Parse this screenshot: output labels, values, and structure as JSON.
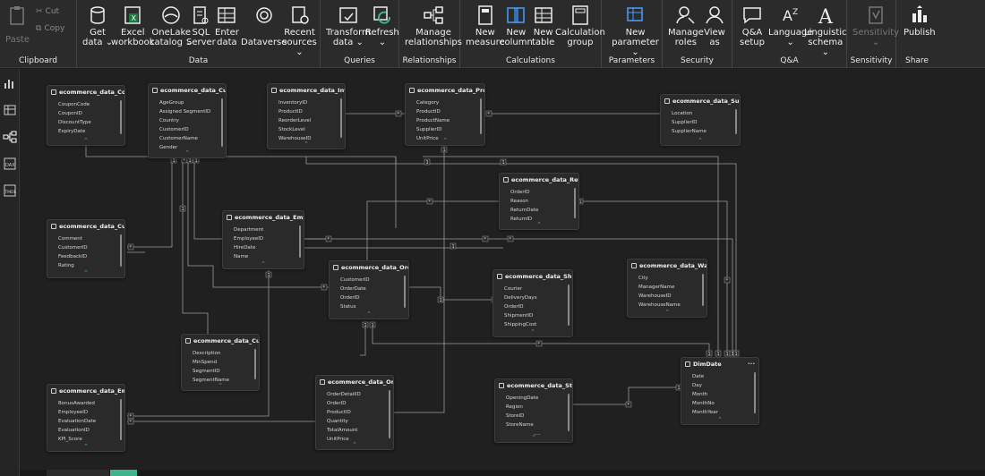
{
  "ribbon": {
    "groups": [
      {
        "label": "Clipboard"
      },
      {
        "label": "Data"
      },
      {
        "label": "Queries"
      },
      {
        "label": "Relationships"
      },
      {
        "label": "Calculations"
      },
      {
        "label": "Parameters"
      },
      {
        "label": "Security"
      },
      {
        "label": "Q&A"
      },
      {
        "label": "Sensitivity"
      },
      {
        "label": "Share"
      }
    ],
    "clipboard": {
      "paste": "Paste",
      "cut": "Cut",
      "copy": "Copy"
    },
    "buttons": {
      "get_data": [
        "Get",
        "data ⌄"
      ],
      "excel": [
        "Excel",
        "workbook"
      ],
      "onelake": [
        "OneLake",
        "catalog ⌄"
      ],
      "sql": [
        "SQL",
        "Server"
      ],
      "enter_data": [
        "Enter",
        "data"
      ],
      "dataverse": [
        "Dataverse",
        ""
      ],
      "recent": [
        "Recent",
        "sources ⌄"
      ],
      "transform": [
        "Transform",
        "data ⌄"
      ],
      "refresh": [
        "Refresh",
        "⌄"
      ],
      "manage_rel": [
        "Manage",
        "relationships"
      ],
      "new_measure": [
        "New",
        "measure"
      ],
      "new_column": [
        "New",
        "column"
      ],
      "new_table": [
        "New",
        "table"
      ],
      "calc_group": [
        "Calculation",
        "group"
      ],
      "new_param": [
        "New",
        "parameter ⌄"
      ],
      "manage_roles": [
        "Manage",
        "roles"
      ],
      "view_as": [
        "View",
        "as"
      ],
      "qa_setup": [
        "Q&A",
        "setup"
      ],
      "language": [
        "Language",
        "⌄"
      ],
      "linguistic": [
        "Linguistic",
        "schema ⌄"
      ],
      "sensitivity": [
        "Sensitivity",
        "⌄"
      ],
      "publish": [
        "Publish",
        ""
      ]
    }
  },
  "tables": {
    "coupons": {
      "title": "ecommerce_data_Coup...",
      "fields": [
        "CouponCode",
        "CouponID",
        "DiscountType",
        "ExpiryDate"
      ],
      "sigma": [
        false,
        true,
        false,
        false
      ]
    },
    "customers": {
      "title": "ecommerce_data_Custo...",
      "fields": [
        "AgeGroup",
        "Assigned SegmentID",
        "Country",
        "CustomerID",
        "CustomerName",
        "Gender"
      ],
      "sigma": [
        false,
        true,
        false,
        false,
        false,
        false
      ]
    },
    "inventory": {
      "title": "ecommerce_data_Inven...",
      "fields": [
        "InventoryID",
        "ProductID",
        "ReorderLevel",
        "StockLevel",
        "WarehouseID"
      ],
      "sigma": [
        true,
        false,
        true,
        true,
        false
      ]
    },
    "products": {
      "title": "ecommerce_data_Produ...",
      "fields": [
        "Category",
        "ProductID",
        "ProductName",
        "SupplierID",
        "UnitPrice"
      ],
      "sigma": [
        false,
        false,
        false,
        false,
        true
      ]
    },
    "suppliers": {
      "title": "ecommerce_data_Suppl...",
      "fields": [
        "Location",
        "SupplierID",
        "SupplierName"
      ],
      "sigma": [
        false,
        false,
        false
      ]
    },
    "returns": {
      "title": "ecommerce_data_Returns",
      "fields": [
        "OrderID",
        "Reason",
        "ReturnDate",
        "ReturnID"
      ],
      "sigma": [
        false,
        false,
        false,
        true
      ]
    },
    "feedback": {
      "title": "ecommerce_data_Custo...",
      "fields": [
        "Comment",
        "CustomerID",
        "FeedbackID",
        "Rating"
      ],
      "sigma": [
        false,
        false,
        true,
        true
      ]
    },
    "employees": {
      "title": "ecommerce_data_Empl...",
      "fields": [
        "Department",
        "EmployeeID",
        "HireDate",
        "Name"
      ],
      "sigma": [
        false,
        false,
        false,
        false
      ]
    },
    "orders": {
      "title": "ecommerce_data_Orders",
      "fields": [
        "CustomerID",
        "OrderDate",
        "OrderID",
        "Status"
      ],
      "sigma": [
        false,
        false,
        false,
        false
      ]
    },
    "shipping": {
      "title": "ecommerce_data_Shipp...",
      "fields": [
        "Courier",
        "DeliveryDays",
        "OrderID",
        "ShipmentID",
        "ShippingCost"
      ],
      "sigma": [
        false,
        true,
        false,
        true,
        true
      ]
    },
    "warehouses": {
      "title": "ecommerce_data_Ware...",
      "fields": [
        "City",
        "ManagerName",
        "WarehouseID",
        "WarehouseName"
      ],
      "sigma": [
        false,
        false,
        false,
        false
      ]
    },
    "segments": {
      "title": "ecommerce_data_Custo...",
      "fields": [
        "Description",
        "MinSpend",
        "SegmentID",
        "SegmentName"
      ],
      "sigma": [
        false,
        true,
        true,
        false
      ]
    },
    "evaluations": {
      "title": "ecommerce_data_Empl...",
      "fields": [
        "BonusAwarded",
        "EmployeeID",
        "EvaluationDate",
        "EvaluationID",
        "KPI_Score"
      ],
      "sigma": [
        false,
        false,
        false,
        true,
        true
      ]
    },
    "orderdetails": {
      "title": "ecommerce_data_Order...",
      "fields": [
        "OrderDetailID",
        "OrderID",
        "ProductID",
        "Quantity",
        "TotalAmount",
        "UnitPrice"
      ],
      "sigma": [
        true,
        false,
        false,
        true,
        true,
        true
      ]
    },
    "stores": {
      "title": "ecommerce_data_Store...",
      "fields": [
        "OpeningDate",
        "Region",
        "StoreID",
        "StoreName"
      ],
      "sigma": [
        false,
        false,
        true,
        false
      ]
    },
    "dimdate": {
      "title": "DimDate",
      "fields": [
        "Date",
        "Day",
        "Month",
        "MonthNo",
        "MonthYear"
      ],
      "sigma": [
        false,
        true,
        true,
        false,
        false
      ]
    }
  },
  "markers": {
    "one": "1",
    "many": "*",
    "more": "..."
  }
}
